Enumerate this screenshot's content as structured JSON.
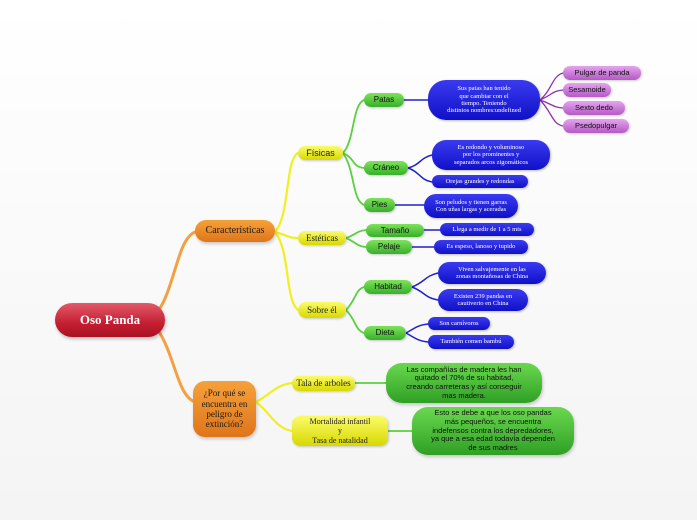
{
  "root": "Oso Panda",
  "caracteristicas": "Características",
  "fisicas": "Físicas",
  "patas": "Patas",
  "patas_desc": "Sus patas han tenido\nque cambiar con el\ntiempo. Teniendo\ndistintos nombres:undefined",
  "pulgar": "Pulgar de panda",
  "sesamoide": "Sesamoide",
  "sexto_dedo": "Sexto dedo",
  "psedopulgar": "Psedopulgar",
  "craneo": "Cráneo",
  "craneo_desc": "Es redondo y voluminoso\npor los prominentes y\nseparados arcos zigomáticos",
  "orejas": "Orejas grandes y redondas",
  "pies": "Pies",
  "pies_desc": "Son peludos y tienen garras\nCon uñas largas y aceradas",
  "esteticas": "Estéticas",
  "tamano": "Tamaño",
  "tamano_desc": "Llega a medir de 1 a 5 mts",
  "pelaje": "Pelaje",
  "pelaje_desc": "Es espeso, lanoso y tupido",
  "sobre_el": "Sobre él",
  "habitad": "Habitad",
  "habitad_desc1": "Viven salvajemente en las\nzonas montañosas de China",
  "habitad_desc2": "Existen 239 pandas en\ncautiverio en China",
  "dieta": "Dieta",
  "dieta_desc1": "Son carnívoros",
  "dieta_desc2": "También comen bambú",
  "extincion": "¿Por qué se\nencuentra en\npeligro de\nextinción?",
  "tala": "Tala de arboles",
  "tala_desc": "Las compañías de madera les han\nquitado el 70% de su habitad,\ncreando carreteras y así conseguir\nmas madera.",
  "mortalidad": "Mortalidad infantil\ny\nTasa de natalidad",
  "mortalidad_desc": "Esto se debe a que los oso pandas\nmás pequeños, se encuentra\nindefensos contra los depredadores,\nya que a esa edad todavía dependen\nde sus madres",
  "colors": {
    "orange_link": "#f4a040",
    "yellow_link": "#f0f020",
    "green_link": "#5ad040",
    "blue_link": "#2020d0",
    "purple_link": "#9030b0"
  }
}
